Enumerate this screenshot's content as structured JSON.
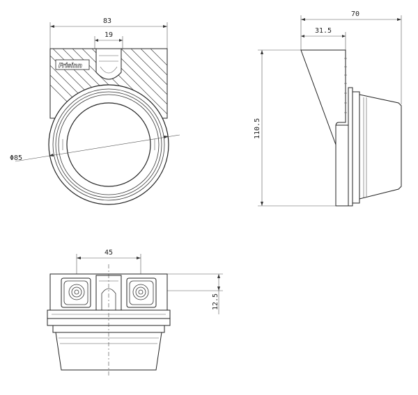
{
  "dimensions": {
    "front_width": "83",
    "front_slot": "19",
    "front_diameter": "Φ85",
    "side_depth": "70",
    "side_partial": "31.5",
    "side_height": "110.5",
    "bottom_spacing": "45",
    "bottom_offset": "12.5"
  },
  "logo_text": "Frisinn",
  "colors": {
    "line": "#222222",
    "background": "#ffffff"
  }
}
